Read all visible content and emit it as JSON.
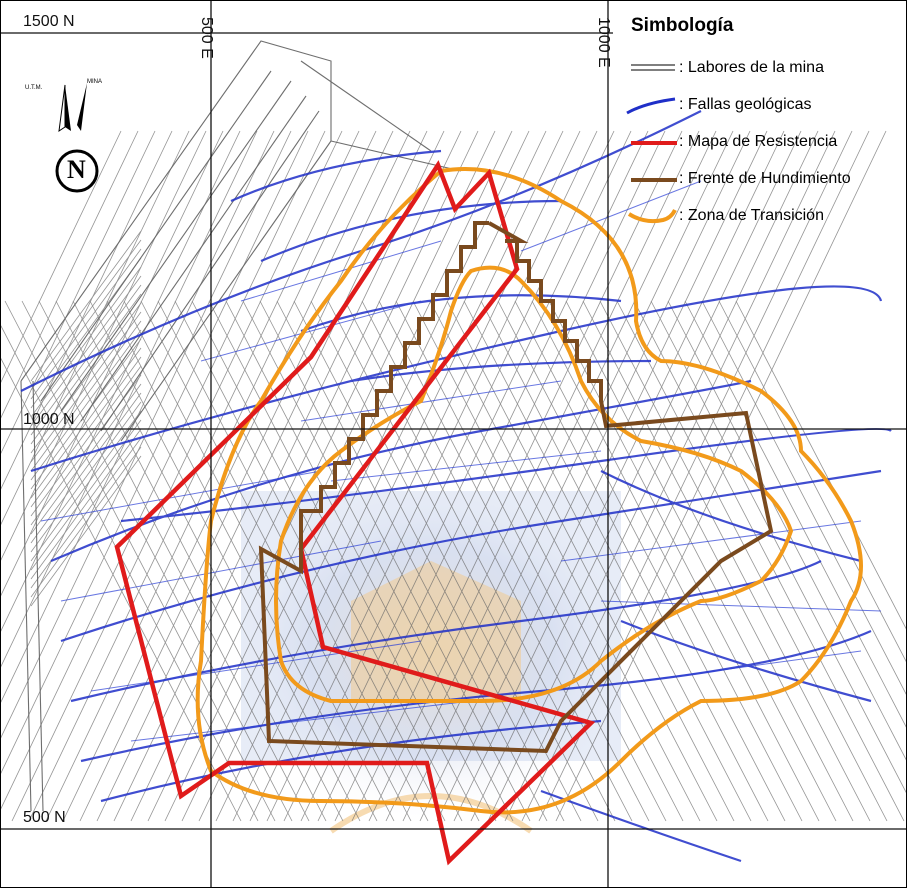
{
  "grid_labels": {
    "n1500": "1500 N",
    "e500": "500 E",
    "e1000": "1000 E",
    "n1000": "1000 N",
    "n500": "500 N"
  },
  "north_arrow": {
    "utm_label": "U.T.M.",
    "mina_label": "MINA",
    "n_letter": "N"
  },
  "legend": {
    "title": "Simbología",
    "items": [
      {
        "label": ": Labores de la mina",
        "color": "#333333",
        "icon": "double-gray-lines"
      },
      {
        "label": ": Fallas geológicas",
        "color": "#1f2fc8",
        "icon": "blue-line"
      },
      {
        "label": ": Mapa de Resistencia",
        "color": "#e01b1b",
        "icon": "red-line"
      },
      {
        "label": ": Frente de Hundimiento",
        "color": "#7a4a1e",
        "icon": "brown-line"
      },
      {
        "label": ": Zona de Transición",
        "color": "#f29a1a",
        "icon": "orange-wave"
      }
    ]
  }
}
